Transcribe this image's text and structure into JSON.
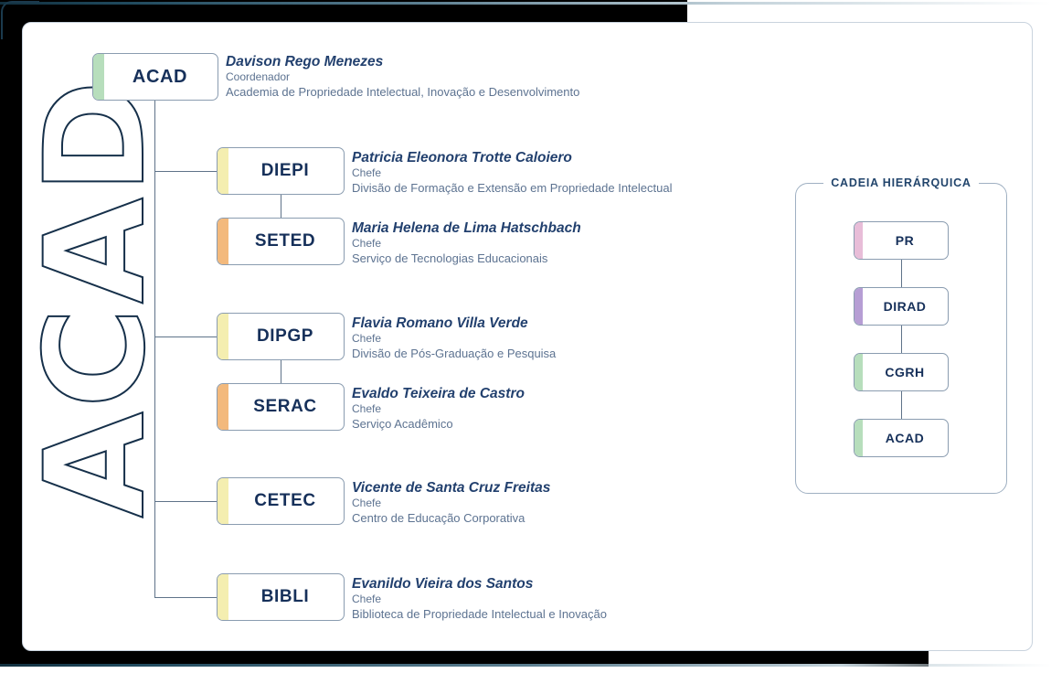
{
  "watermark": {
    "text": "ACAD"
  },
  "org_chart": {
    "root": {
      "code": "ACAD",
      "accent_color": "#b7debc",
      "person": "Davison Rego Menezes",
      "role": "Coordenador",
      "unit": "Academia de Propriedade Intelectual, Inovação e Desenvolvimento"
    },
    "nodes": [
      {
        "code": "DIEPI",
        "accent_color": "#f4eeb0",
        "level": 2,
        "person": "Patricia Eleonora Trotte Caloiero",
        "role": "Chefe",
        "unit": "Divisão de Formação e Extensão em Propriedade Intelectual"
      },
      {
        "code": "SETED",
        "accent_color": "#f3b97c",
        "level": 3,
        "person": "Maria Helena de Lima Hatschbach",
        "role": "Chefe",
        "unit": "Serviço de Tecnologias Educacionais"
      },
      {
        "code": "DIPGP",
        "accent_color": "#f4eeb0",
        "level": 2,
        "person": "Flavia Romano Villa Verde",
        "role": "Chefe",
        "unit": "Divisão de Pós-Graduação e Pesquisa"
      },
      {
        "code": "SERAC",
        "accent_color": "#f3b97c",
        "level": 3,
        "person": "Evaldo Teixeira de Castro",
        "role": "Chefe",
        "unit": "Serviço Acadêmico"
      },
      {
        "code": "CETEC",
        "accent_color": "#f4eeb0",
        "level": 2,
        "person": "Vicente de Santa Cruz Freitas",
        "role": "Chefe",
        "unit": "Centro de Educação Corporativa"
      },
      {
        "code": "BIBLI",
        "accent_color": "#f4eeb0",
        "level": 2,
        "person": "Evanildo Vieira dos Santos",
        "role": "Chefe",
        "unit": "Biblioteca de Propriedade Intelectual e Inovação"
      }
    ]
  },
  "hierarchy_chain": {
    "title": "CADEIA HIERÁRQUICA",
    "nodes": [
      {
        "code": "PR",
        "accent_color": "#e8bdd8"
      },
      {
        "code": "DIRAD",
        "accent_color": "#b69ed4"
      },
      {
        "code": "CGRH",
        "accent_color": "#b7debc"
      },
      {
        "code": "ACAD",
        "accent_color": "#b7debc"
      }
    ]
  },
  "palette": {
    "text_navy": "#16305a",
    "text_muted": "#5d7391",
    "border": "#8a9cb0",
    "connector": "#5f7389"
  }
}
